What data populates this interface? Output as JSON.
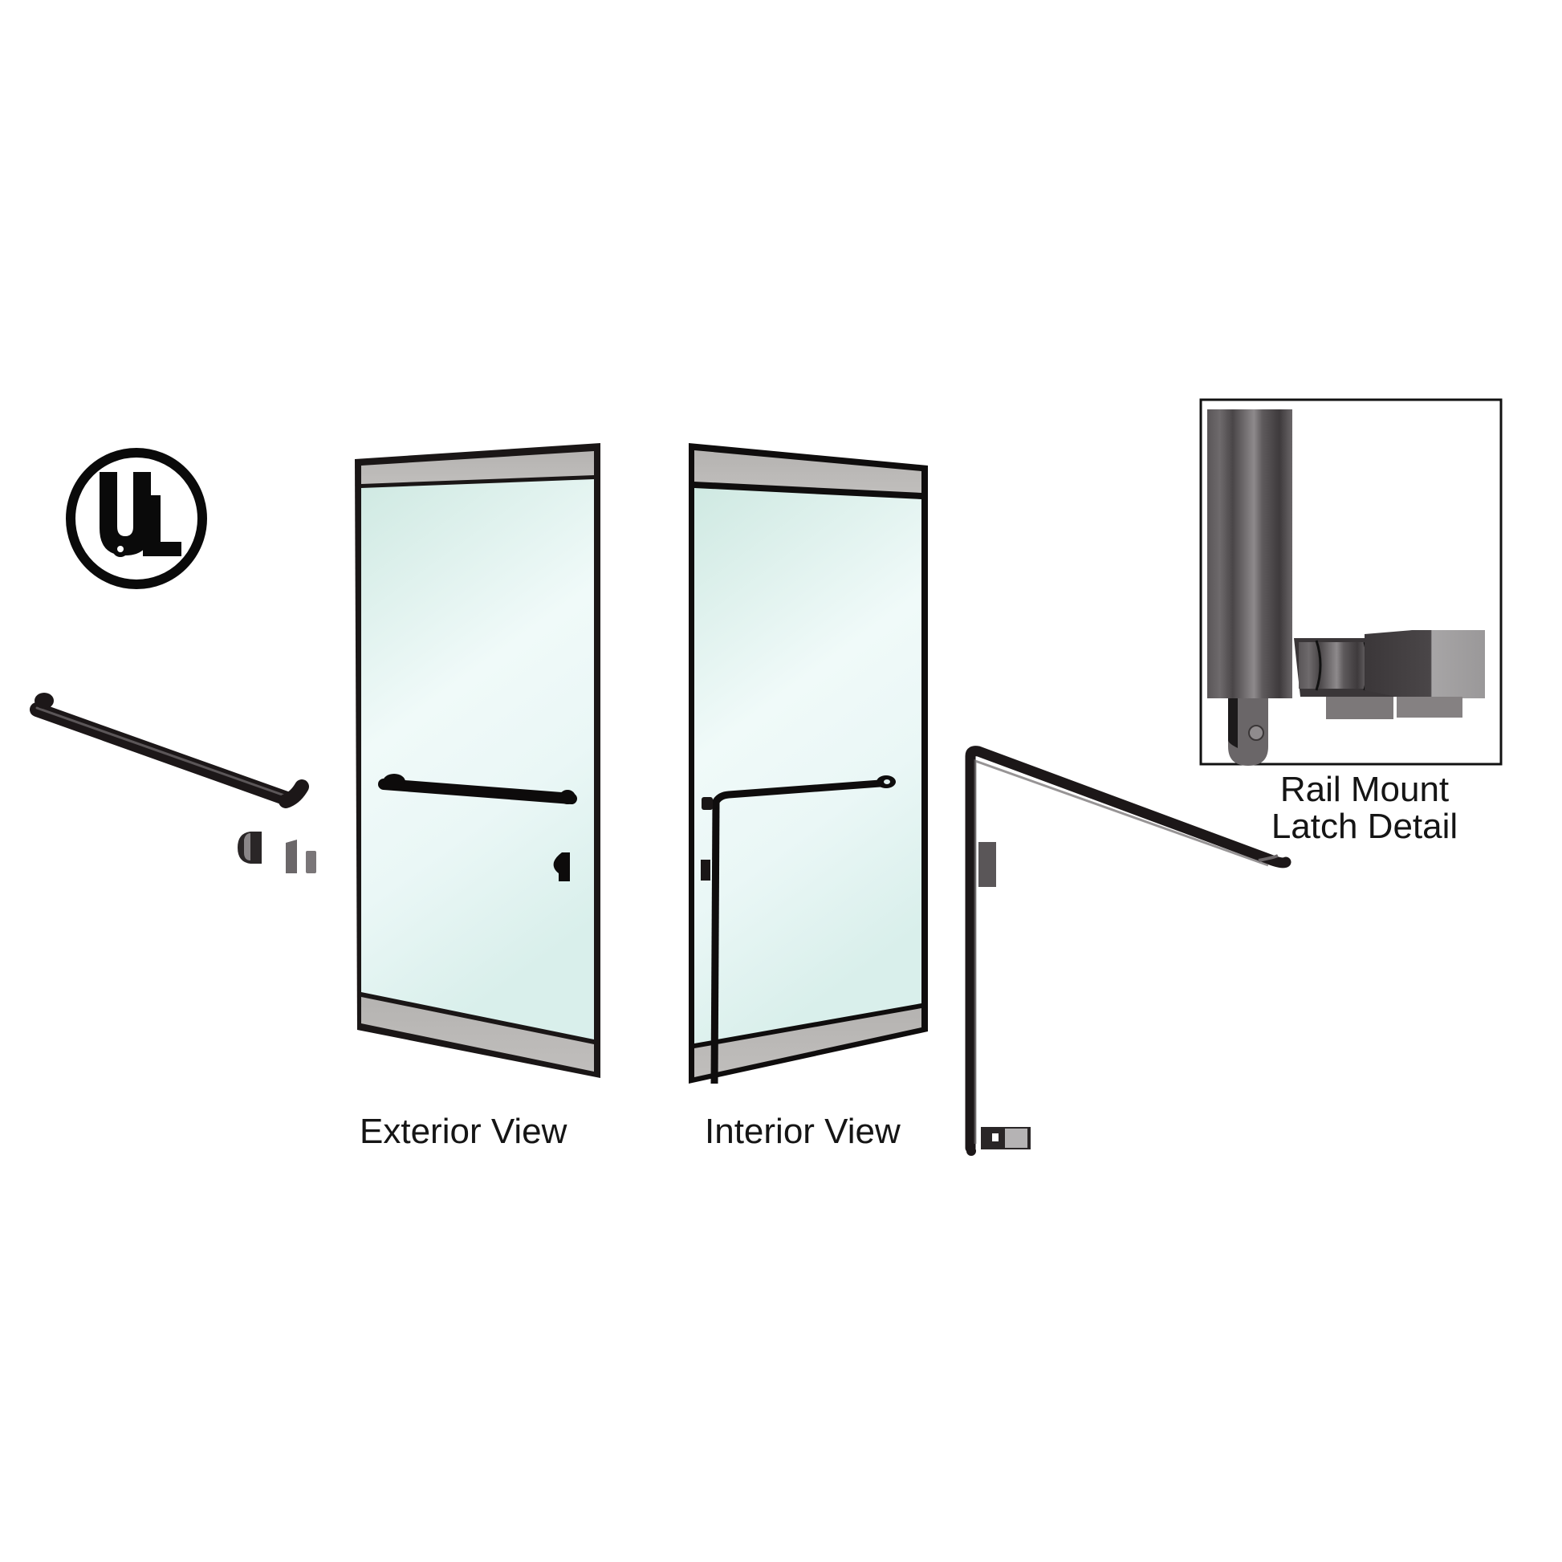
{
  "figure": {
    "logo": {
      "name": "UL certification mark",
      "text": "UL"
    },
    "captions": {
      "exterior": "Exterior View",
      "interior": "Interior View",
      "detail_line1": "Rail Mount",
      "detail_line2": "Latch Detail"
    },
    "parts": [
      {
        "id": "exterior-pull-handle",
        "label": "Exterior pull handle"
      },
      {
        "id": "cylinder-lock-components",
        "label": "Cylinder and strike pieces"
      },
      {
        "id": "exterior-door",
        "label": "Exterior view door"
      },
      {
        "id": "interior-door",
        "label": "Interior view door"
      },
      {
        "id": "panic-push-bar",
        "label": "Panic push bar with vertical rod"
      },
      {
        "id": "rail-mount-latch-detail",
        "label": "Rail mount latch detail"
      }
    ],
    "colors": {
      "background": "#ffffff",
      "frame": "#1a1616",
      "rail": "#b9b7b5",
      "glass_top": "#cfe9e2",
      "glass_mid": "#eef8f7",
      "glass_bottom": "#dff1ee",
      "hardware": "#1c1718",
      "hardware_highlight": "#6b6668",
      "text": "#151515"
    }
  }
}
